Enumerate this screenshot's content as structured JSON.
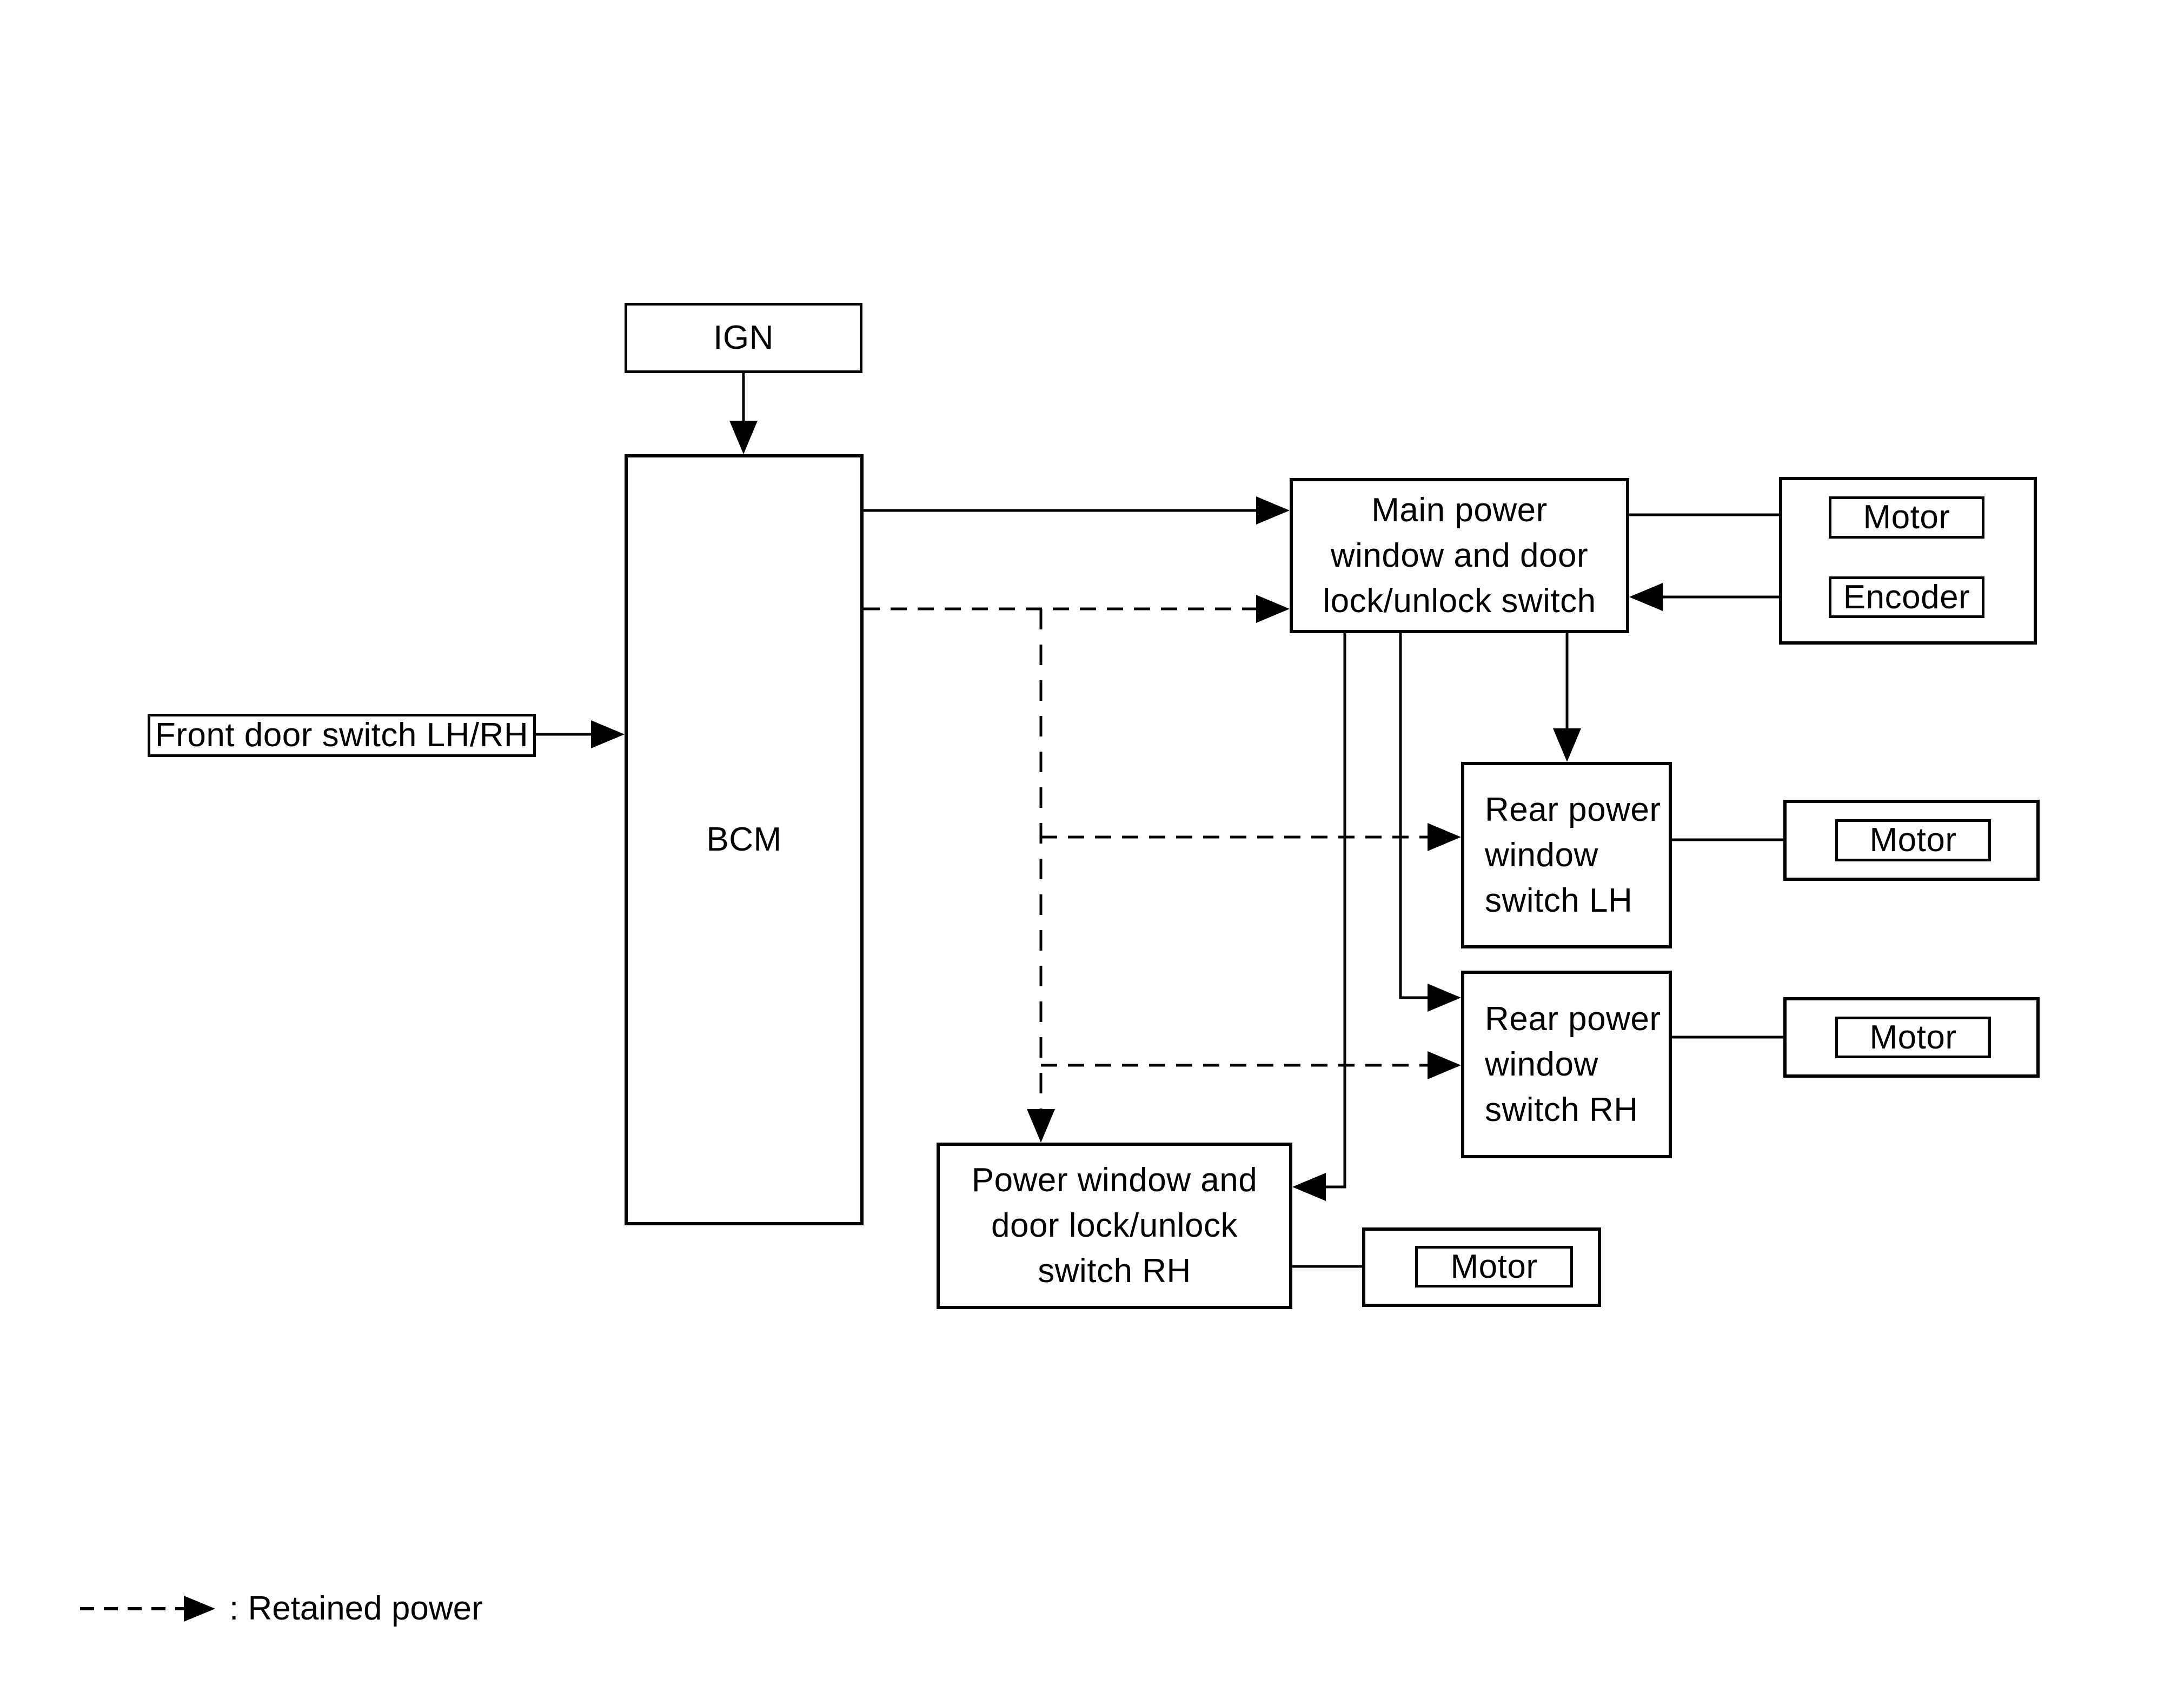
{
  "diagram": {
    "nodes": {
      "ign": {
        "label": "IGN"
      },
      "bcm": {
        "label": "BCM"
      },
      "front_door_switch": {
        "label": "Front door switch LH/RH"
      },
      "main_switch": {
        "label": "Main power\nwindow and door\nlock/unlock switch"
      },
      "rear_switch_lh": {
        "label": "Rear power\nwindow\nswitch LH"
      },
      "rear_switch_rh": {
        "label": "Rear power\nwindow\nswitch RH"
      },
      "front_switch_rh": {
        "label": "Power window and\ndoor lock/unlock\nswitch RH"
      },
      "motor_main": {
        "label": "Motor"
      },
      "encoder_main": {
        "label": "Encoder"
      },
      "motor_rear_lh": {
        "label": "Motor"
      },
      "motor_rear_rh": {
        "label": "Motor"
      },
      "motor_front_rh": {
        "label": "Motor"
      }
    },
    "legend": {
      "label": ": Retained power",
      "line_style": "dashed-arrow"
    },
    "colors": {
      "ink": "#000000",
      "paper": "#ffffff"
    }
  }
}
